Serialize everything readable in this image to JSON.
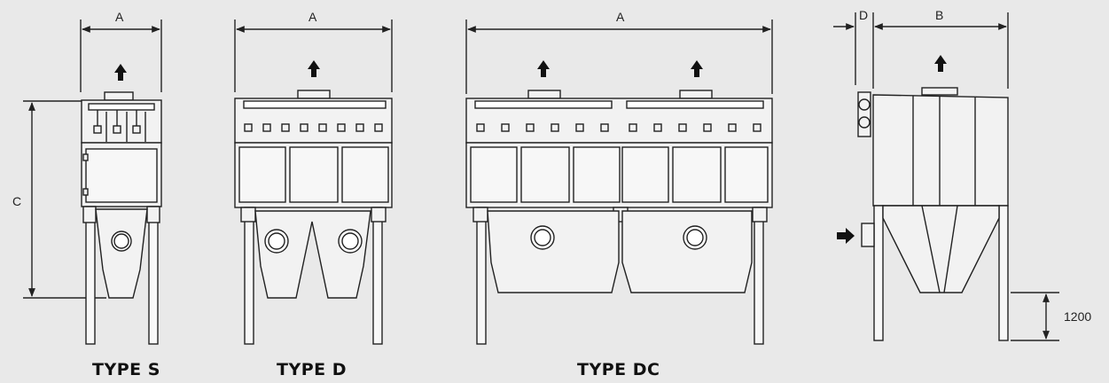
{
  "labels": {
    "type_s": "TYPE S",
    "type_d": "TYPE D",
    "type_dc": "TYPE DC",
    "dim_a": "A",
    "dim_b": "B",
    "dim_c": "C",
    "dim_d": "D",
    "dim_1200": "1200"
  },
  "colors": {
    "background": "#e9e9e9",
    "line": "#222222",
    "panel": "#f2f2f2"
  },
  "icons": [
    "up-arrow-icon",
    "inlet-arrow-icon"
  ]
}
